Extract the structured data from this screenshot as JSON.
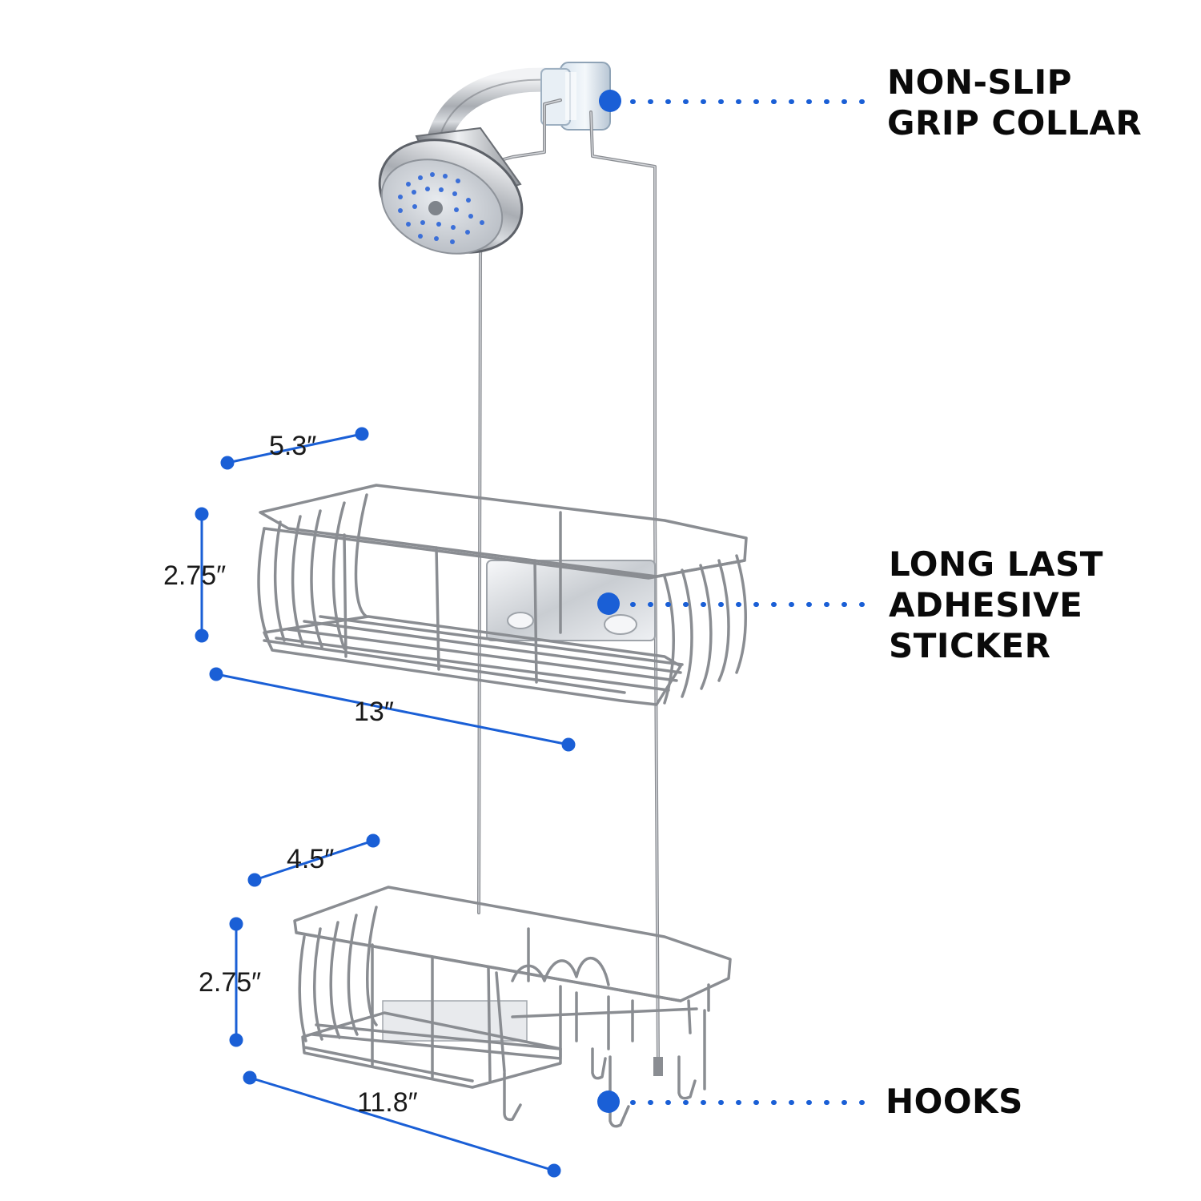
{
  "callouts": {
    "collar": {
      "line1": "NON-SLIP",
      "line2": "GRIP COLLAR"
    },
    "adhesive": {
      "line1": "LONG LAST",
      "line2": "ADHESIVE",
      "line3": "STICKER"
    },
    "hooks": {
      "line1": "HOOKS"
    }
  },
  "dimensions": {
    "top_depth": "5.3″",
    "top_height": "2.75″",
    "top_width": "13″",
    "bottom_depth": "4.5″",
    "bottom_height": "2.75″",
    "bottom_width": "11.8″"
  },
  "colors": {
    "accent": "#1a5fd6",
    "metal": "#8a8d92",
    "text": "#0a0a0a"
  }
}
